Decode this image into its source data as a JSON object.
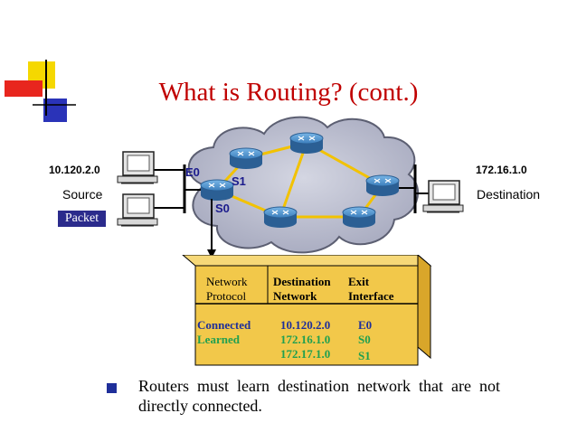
{
  "title": "What is Routing? (cont.)",
  "source": {
    "network": "10.120.2.0",
    "role": "Source"
  },
  "destination": {
    "network": "172.16.1.0",
    "role": "Destination"
  },
  "packet_label": "Packet",
  "interfaces": {
    "e0": "E0",
    "s1": "S1",
    "s0": "S0"
  },
  "routing_table": {
    "headers": {
      "protocol": [
        "Network",
        "Protocol"
      ],
      "destination": [
        "Destination",
        "Network"
      ],
      "exit": [
        "Exit",
        "Interface"
      ]
    },
    "rows": [
      {
        "protocol": "Connected",
        "destination": "10.120.2.0",
        "exit": "E0"
      },
      {
        "protocol": "Learned",
        "destination": "172.16.1.0",
        "exit": "S0"
      },
      {
        "protocol": "",
        "destination": "172.17.1.0",
        "exit": "S1"
      }
    ]
  },
  "bullet": "Routers must learn destination network that are not directly connected.",
  "colors": {
    "title": "#c00000",
    "cloud": "#b9bccd",
    "router": "#3a78b0",
    "link": "#f2c200",
    "table_box": "#f2c84a",
    "connected_text": "#1f2f9a",
    "learned_text": "#20a050",
    "bullet_mark": "#1f2f9a"
  }
}
